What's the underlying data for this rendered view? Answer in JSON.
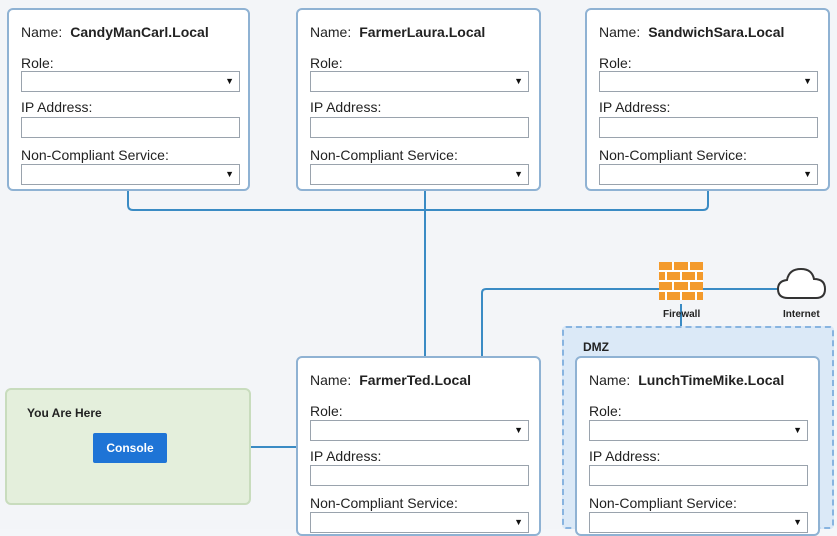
{
  "labels": {
    "name": "Name:",
    "role": "Role:",
    "ip": "IP Address:",
    "service": "Non-Compliant Service:"
  },
  "hosts": [
    {
      "name": "CandyManCarl.Local",
      "role": "",
      "ip": "",
      "service": ""
    },
    {
      "name": "FarmerLaura.Local",
      "role": "",
      "ip": "",
      "service": ""
    },
    {
      "name": "SandwichSara.Local",
      "role": "",
      "ip": "",
      "service": ""
    },
    {
      "name": "FarmerTed.Local",
      "role": "",
      "ip": "",
      "service": ""
    },
    {
      "name": "LunchTimeMike.Local",
      "role": "",
      "ip": "",
      "service": ""
    }
  ],
  "console_panel": {
    "title": "You Are Here",
    "button": "Console"
  },
  "network": {
    "firewall": "Firewall",
    "internet": "Internet",
    "dmz": "DMZ"
  },
  "icons": {
    "firewall": "brick-firewall-icon",
    "internet": "cloud-icon",
    "dropdown": "chevron-down-icon"
  },
  "colors": {
    "card_border": "#8fb2d3",
    "button": "#1e74d6",
    "dmz_bg": "#dbe9f7",
    "console_bg": "#e4efdc",
    "firewall": "#f0a030"
  }
}
